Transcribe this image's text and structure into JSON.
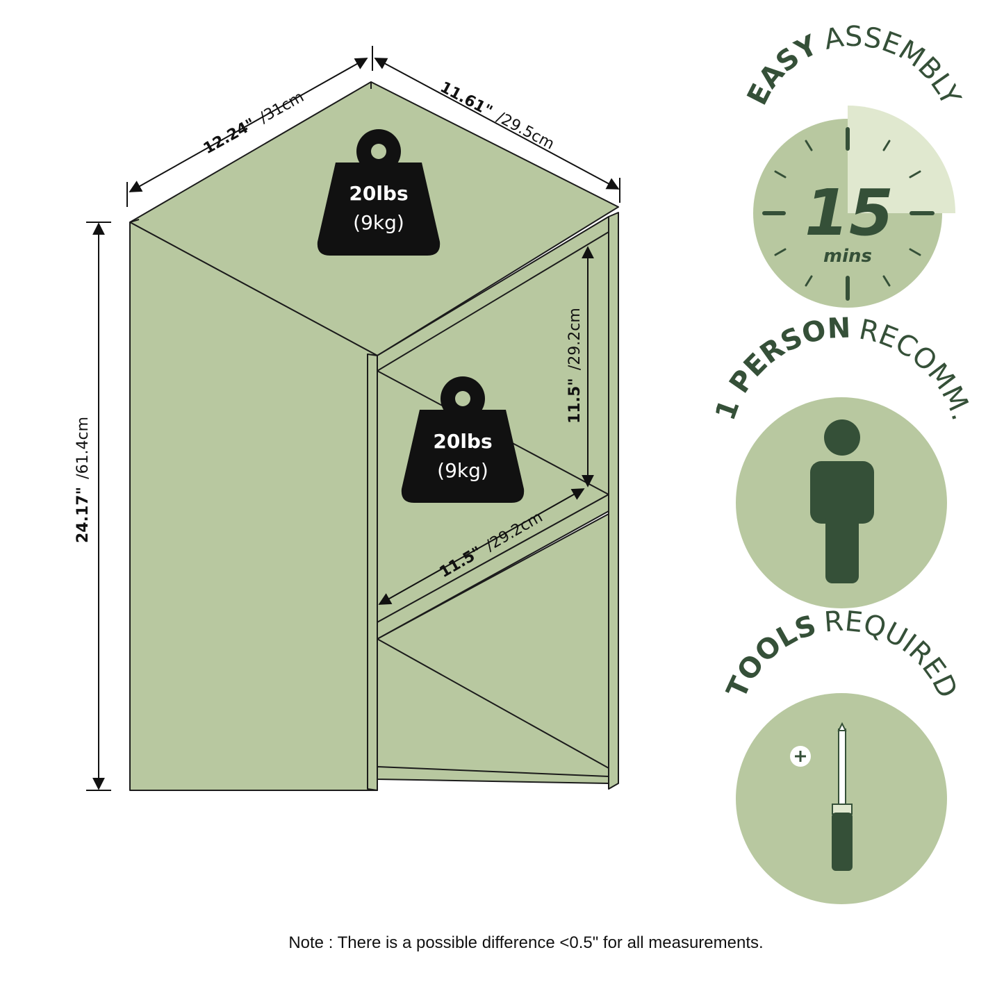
{
  "colors": {
    "panel": "#b8c8a0",
    "line": "#1b1b1b",
    "dark_green": "#355038",
    "circle": "#b8c8a0",
    "circle_light": "#e0e8cf",
    "weight": "#111111"
  },
  "dimensions": {
    "width_in": "12.24\"",
    "width_cm": "/31cm",
    "depth_in": "11.61\"",
    "depth_cm": "/29.5cm",
    "height_in": "24.17\"",
    "height_cm": "/61.4cm",
    "shelf_height_in": "11.5\"",
    "shelf_height_cm": "/29.2cm",
    "shelf_width_in": "11.5\"",
    "shelf_width_cm": "/29.2cm"
  },
  "weights": {
    "top": {
      "lbs": "20lbs",
      "kg": "(9kg)"
    },
    "shelf": {
      "lbs": "20lbs",
      "kg": "(9kg)"
    }
  },
  "badges": {
    "assembly": {
      "bold": "EASY",
      "regular": "ASSEMBLY",
      "minutes": "15",
      "unit": "mins",
      "icon": "clock-icon"
    },
    "person": {
      "bold": "1 PERSON",
      "regular": "RECOMM.",
      "icon": "person-icon"
    },
    "tools": {
      "bold": "TOOLS",
      "regular": "REQUIRED",
      "icon": "screwdriver-icon"
    }
  },
  "note": "Note : There is a possible difference <0.5\" for all measurements."
}
